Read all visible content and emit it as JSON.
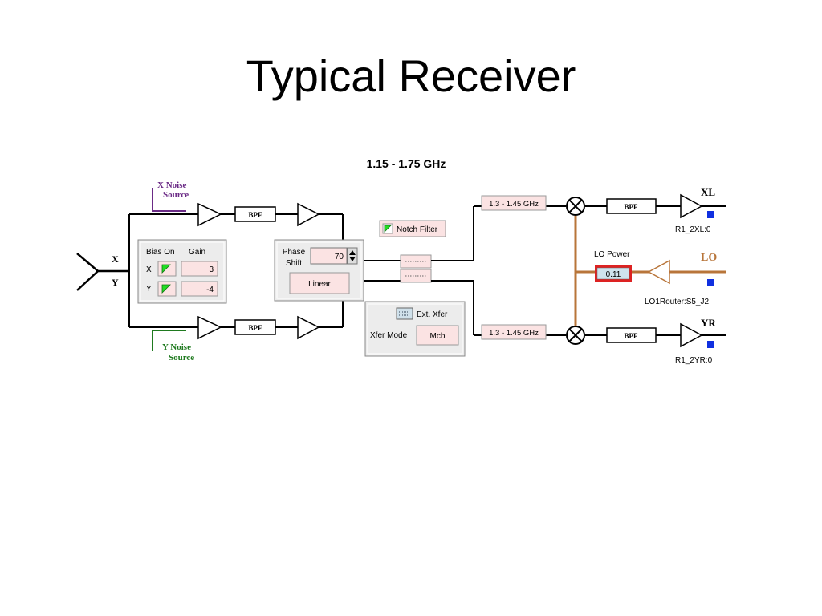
{
  "slide": {
    "title": "Typical Receiver"
  },
  "diagram": {
    "band_label": "1.15 - 1.75 GHz",
    "colors": {
      "wire": "#000000",
      "lo_wire": "#b8753a",
      "x_noise": "#6b2b86",
      "y_noise": "#1f7a1f",
      "pink_field": "#fbe3e3",
      "panel_fill": "#ececec",
      "led_green": "#22dd22",
      "indicator_blue": "#1030e0",
      "lo_value_fill": "#cfe3ee",
      "lo_value_border": "#dd2222"
    },
    "inputs": {
      "x_label": "X",
      "y_label": "Y",
      "x_noise_line1": "X Noise",
      "x_noise_line2": "Source",
      "y_noise_line1": "Y Noise",
      "y_noise_line2": "Source"
    },
    "bpf_label": "BPF",
    "bias_panel": {
      "bias_header": "Bias On",
      "gain_header": "Gain",
      "x_row_label": "X",
      "y_row_label": "Y",
      "x_gain": "3",
      "y_gain": "-4"
    },
    "phase_panel": {
      "label_line1": "Phase",
      "label_line2": "Shift",
      "value": "70",
      "mode_button": "Linear"
    },
    "notch_filter_label": "Notch Filter",
    "xfer_panel": {
      "ext_xfer_label": "Ext. Xfer",
      "mode_label": "Xfer Mode",
      "mode_value": "Mcb"
    },
    "filters": {
      "top_range": "1.3 - 1.45 GHz",
      "bottom_range": "1.3 - 1.45 GHz"
    },
    "lo": {
      "power_label": "LO Power",
      "power_value": "0.11",
      "lo_label": "LO",
      "router_label": "LO1Router:S5_J2"
    },
    "outputs": {
      "xl_label": "XL",
      "xl_id": "R1_2XL:0",
      "yr_label": "YR",
      "yr_id": "R1_2YR:0"
    }
  }
}
